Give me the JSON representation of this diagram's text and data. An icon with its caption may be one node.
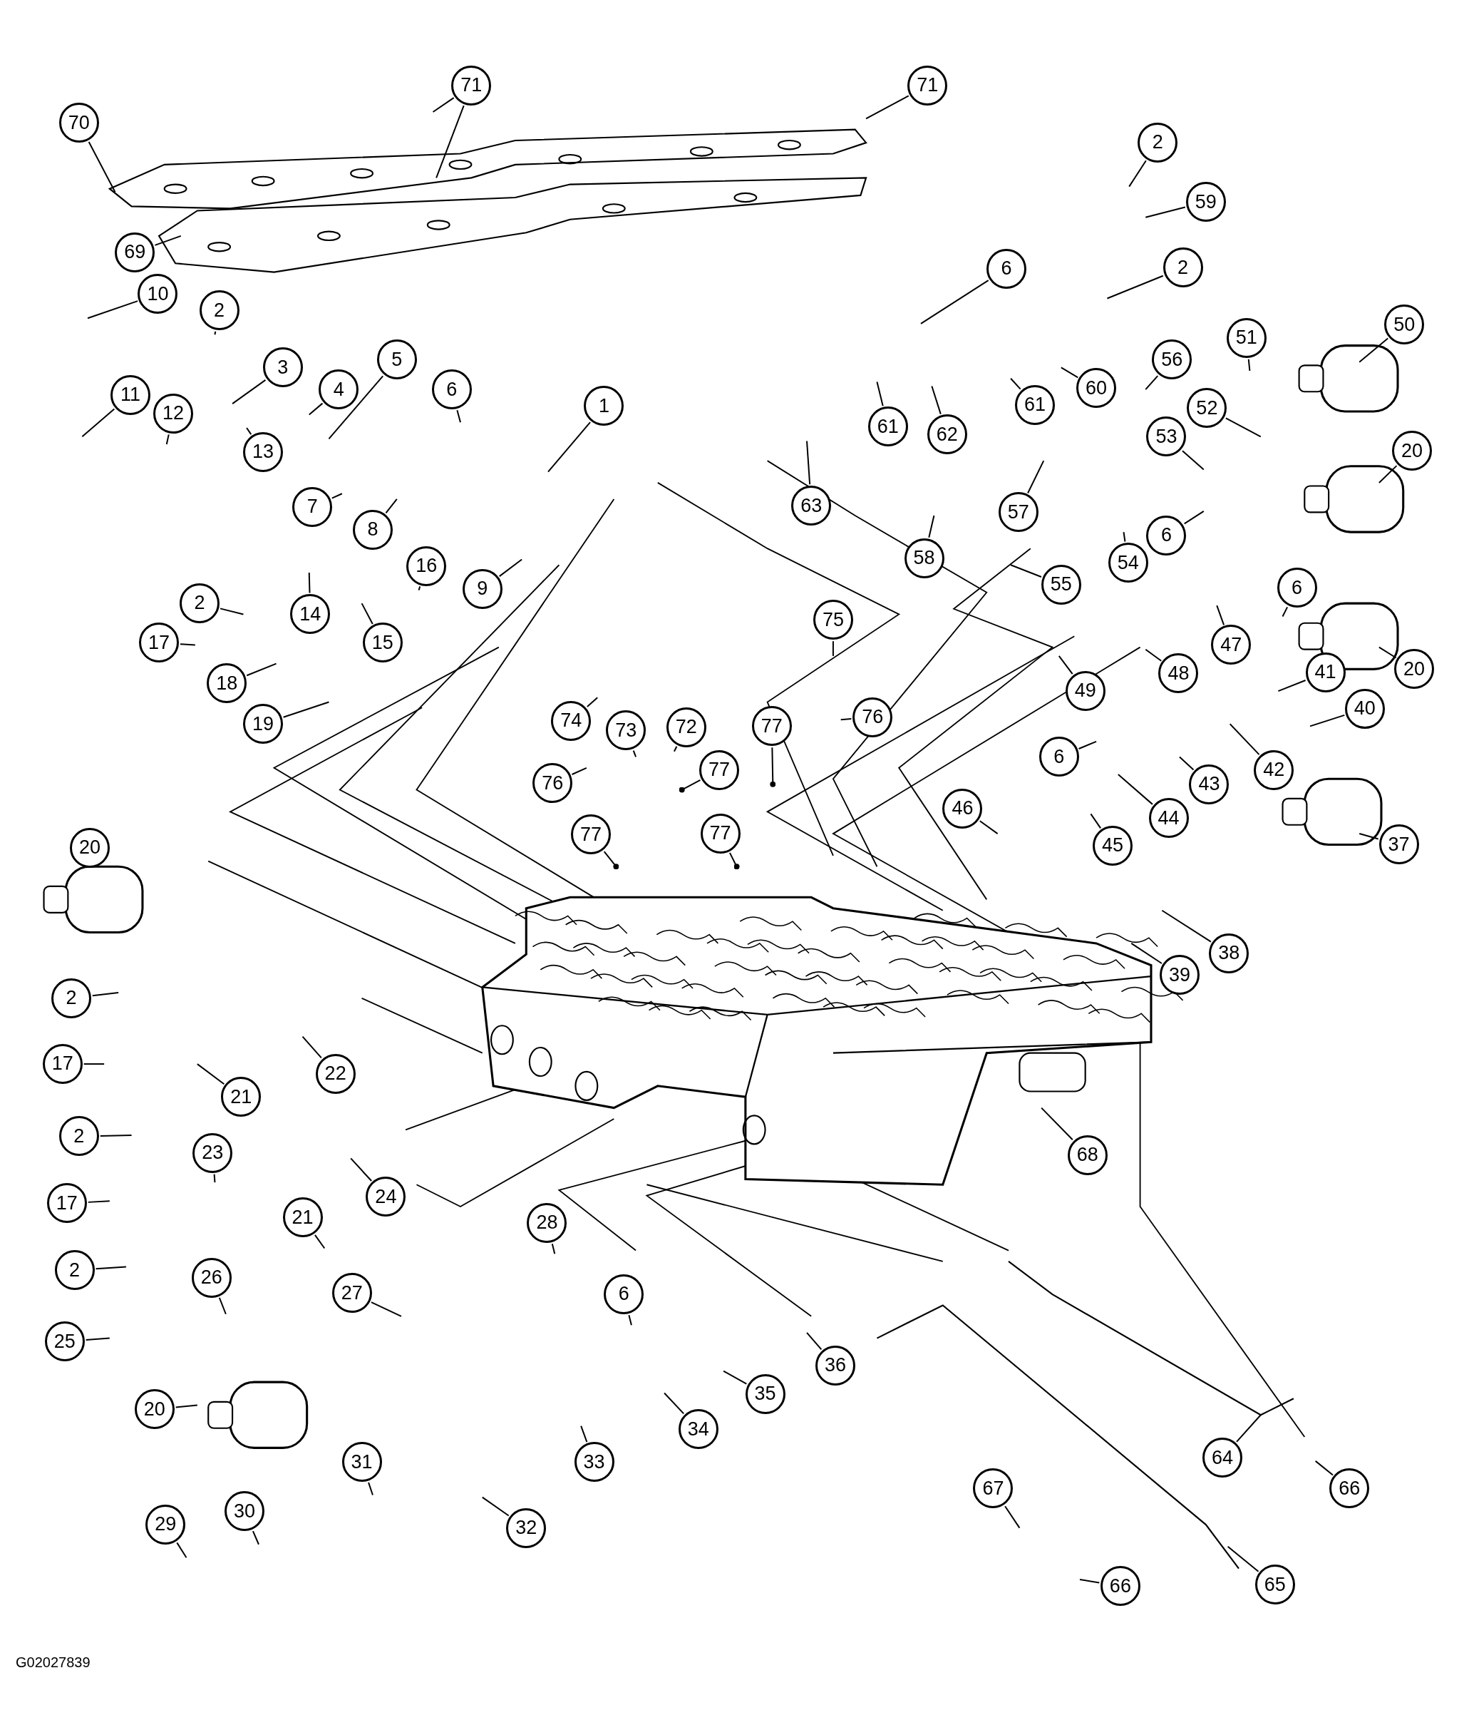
{
  "diagram": {
    "nodes": [
      {
        "text": [
          "71"
        ]
      },
      {
        "text": [
          "71"
        ]
      },
      {
        "text": [
          "70"
        ]
      },
      {
        "text": [
          "2"
        ]
      },
      {
        "text": [
          "59"
        ]
      },
      {
        "text": [
          "69"
        ]
      },
      {
        "text": [
          "6"
        ]
      },
      {
        "text": [
          "2"
        ]
      },
      {
        "text": [
          "10"
        ]
      },
      {
        "text": [
          "2"
        ]
      },
      {
        "text": [
          "3"
        ]
      },
      {
        "text": [
          "5"
        ]
      },
      {
        "text": [
          "56"
        ]
      },
      {
        "text": [
          "60"
        ]
      },
      {
        "text": [
          "61"
        ]
      },
      {
        "text": [
          "51"
        ]
      },
      {
        "text": [
          "50"
        ]
      },
      {
        "text": [
          "11"
        ]
      },
      {
        "text": [
          "4"
        ]
      },
      {
        "text": [
          "6"
        ]
      },
      {
        "text": [
          "1"
        ]
      },
      {
        "text": [
          "52"
        ]
      },
      {
        "text": [
          "12"
        ]
      },
      {
        "text": [
          "13"
        ]
      },
      {
        "text": [
          "7"
        ]
      },
      {
        "text": [
          "62"
        ]
      },
      {
        "text": [
          "61"
        ]
      },
      {
        "text": [
          "53"
        ]
      },
      {
        "text": [
          "20"
        ]
      },
      {
        "text": [
          "63"
        ]
      },
      {
        "text": [
          "8"
        ]
      },
      {
        "text": [
          "57"
        ]
      },
      {
        "text": [
          "58"
        ]
      },
      {
        "text": [
          "6"
        ]
      },
      {
        "text": [
          "16"
        ]
      },
      {
        "text": [
          "9"
        ]
      },
      {
        "text": [
          "55"
        ]
      },
      {
        "text": [
          "54"
        ]
      },
      {
        "text": [
          "2"
        ]
      },
      {
        "text": [
          "14"
        ]
      },
      {
        "text": [
          "15"
        ]
      },
      {
        "text": [
          "17"
        ]
      },
      {
        "text": [
          "6"
        ]
      },
      {
        "text": [
          "47"
        ]
      },
      {
        "text": [
          "20"
        ]
      },
      {
        "text": [
          "75"
        ]
      },
      {
        "text": [
          "18"
        ]
      },
      {
        "text": [
          "48"
        ]
      },
      {
        "text": [
          "49"
        ]
      },
      {
        "text": [
          "40"
        ]
      },
      {
        "text": [
          "41"
        ]
      },
      {
        "text": [
          "76"
        ]
      },
      {
        "text": [
          "74"
        ]
      },
      {
        "text": [
          "73"
        ]
      },
      {
        "text": [
          "72"
        ]
      },
      {
        "text": [
          "77"
        ]
      },
      {
        "text": [
          "19"
        ]
      },
      {
        "text": [
          "42"
        ]
      },
      {
        "text": [
          "43"
        ]
      },
      {
        "text": [
          "76"
        ]
      },
      {
        "text": [
          "77"
        ]
      },
      {
        "text": [
          "6"
        ]
      },
      {
        "text": [
          "46"
        ]
      },
      {
        "text": [
          "44"
        ]
      },
      {
        "text": [
          "45"
        ]
      },
      {
        "text": [
          "77"
        ]
      },
      {
        "text": [
          "77"
        ]
      },
      {
        "text": [
          "37"
        ]
      },
      {
        "text": [
          "20"
        ]
      },
      {
        "text": [
          "38"
        ]
      },
      {
        "text": [
          "39"
        ]
      },
      {
        "text": [
          "2"
        ]
      },
      {
        "text": [
          "17"
        ]
      },
      {
        "text": [
          "22"
        ]
      },
      {
        "text": [
          "21"
        ]
      },
      {
        "text": [
          "68"
        ]
      },
      {
        "text": [
          "2"
        ]
      },
      {
        "text": [
          "23"
        ]
      },
      {
        "text": [
          "24"
        ]
      },
      {
        "text": [
          "17"
        ]
      },
      {
        "text": [
          "21"
        ]
      },
      {
        "text": [
          "28"
        ]
      },
      {
        "text": [
          "2"
        ]
      },
      {
        "text": [
          "26"
        ]
      },
      {
        "text": [
          "6"
        ]
      },
      {
        "text": [
          "27"
        ]
      },
      {
        "text": [
          "25"
        ]
      },
      {
        "text": [
          "36"
        ]
      },
      {
        "text": [
          "35"
        ]
      },
      {
        "text": [
          "20"
        ]
      },
      {
        "text": [
          "34"
        ]
      },
      {
        "text": [
          "64"
        ]
      },
      {
        "text": [
          "66"
        ]
      },
      {
        "text": [
          "31"
        ]
      },
      {
        "text": [
          "33"
        ]
      },
      {
        "text": [
          "67"
        ]
      },
      {
        "text": [
          "29"
        ]
      },
      {
        "text": [
          "30"
        ]
      },
      {
        "text": [
          "32"
        ]
      },
      {
        "text": [
          "65"
        ]
      },
      {
        "text": [
          "66"
        ]
      }
    ],
    "edges": [
      {
        "from": 0,
        "to": null,
        "arrow": "none"
      },
      {
        "from": 0,
        "to": null,
        "arrow": "none"
      },
      {
        "from": 1,
        "to": null,
        "arrow": "none"
      },
      {
        "from": 2,
        "to": null,
        "arrow": "none"
      },
      {
        "from": 3,
        "to": null,
        "arrow": "none"
      },
      {
        "from": 4,
        "to": null,
        "arrow": "none"
      },
      {
        "from": 5,
        "to": null,
        "arrow": "none"
      },
      {
        "from": 6,
        "to": null,
        "arrow": "none"
      },
      {
        "from": 7,
        "to": null,
        "arrow": "none"
      },
      {
        "from": 8,
        "to": null,
        "arrow": "none"
      },
      {
        "from": 9,
        "to": null,
        "arrow": "none"
      },
      {
        "from": 10,
        "to": null,
        "arrow": "none"
      },
      {
        "from": 11,
        "to": null,
        "arrow": "none"
      },
      {
        "from": 12,
        "to": null,
        "arrow": "none"
      },
      {
        "from": 13,
        "to": null,
        "arrow": "none"
      },
      {
        "from": 14,
        "to": null,
        "arrow": "none"
      },
      {
        "from": 15,
        "to": null,
        "arrow": "none"
      },
      {
        "from": 16,
        "to": null,
        "arrow": "none"
      },
      {
        "from": 17,
        "to": null,
        "arrow": "none"
      },
      {
        "from": 18,
        "to": null,
        "arrow": "none"
      },
      {
        "from": 19,
        "to": null,
        "arrow": "none"
      },
      {
        "from": 20,
        "to": null,
        "arrow": "none"
      },
      {
        "from": 21,
        "to": null,
        "arrow": "none"
      },
      {
        "from": 22,
        "to": null,
        "arrow": "none"
      },
      {
        "from": 23,
        "to": null,
        "arrow": "none"
      },
      {
        "from": 24,
        "to": null,
        "arrow": "none"
      },
      {
        "from": 25,
        "to": null,
        "arrow": "none"
      },
      {
        "from": 26,
        "to": null,
        "arrow": "none"
      },
      {
        "from": 27,
        "to": null,
        "arrow": "none"
      },
      {
        "from": 28,
        "to": null,
        "arrow": "none"
      },
      {
        "from": 29,
        "to": null,
        "arrow": "none"
      },
      {
        "from": 30,
        "to": null,
        "arrow": "none"
      },
      {
        "from": 31,
        "to": null,
        "arrow": "none"
      },
      {
        "from": 32,
        "to": null,
        "arrow": "none"
      },
      {
        "from": 33,
        "to": null,
        "arrow": "none"
      },
      {
        "from": 34,
        "to": null,
        "arrow": "none"
      },
      {
        "from": 35,
        "to": null,
        "arrow": "none"
      },
      {
        "from": 36,
        "to": null,
        "arrow": "none"
      },
      {
        "from": 37,
        "to": null,
        "arrow": "none"
      },
      {
        "from": 38,
        "to": null,
        "arrow": "none"
      },
      {
        "from": 39,
        "to": null,
        "arrow": "none"
      },
      {
        "from": 40,
        "to": null,
        "arrow": "none"
      },
      {
        "from": 41,
        "to": null,
        "arrow": "none"
      },
      {
        "from": 42,
        "to": null,
        "arrow": "none"
      },
      {
        "from": 43,
        "to": null,
        "arrow": "none"
      },
      {
        "from": 44,
        "to": null,
        "arrow": "none"
      },
      {
        "from": 45,
        "to": null,
        "arrow": "none"
      },
      {
        "from": 46,
        "to": null,
        "arrow": "none"
      },
      {
        "from": 47,
        "to": null,
        "arrow": "none"
      },
      {
        "from": 48,
        "to": null,
        "arrow": "none"
      },
      {
        "from": 49,
        "to": null,
        "arrow": "none"
      },
      {
        "from": 50,
        "to": null,
        "arrow": "none"
      },
      {
        "from": 51,
        "to": null,
        "arrow": "none"
      },
      {
        "from": 52,
        "to": null,
        "arrow": "none"
      },
      {
        "from": 53,
        "to": null,
        "arrow": "none"
      },
      {
        "from": 54,
        "to": null,
        "arrow": "none"
      },
      {
        "from": 55,
        "to": null,
        "arrow": "other"
      },
      {
        "from": 56,
        "to": null,
        "arrow": "none"
      },
      {
        "from": 57,
        "to": null,
        "arrow": "none"
      },
      {
        "from": 58,
        "to": null,
        "arrow": "none"
      },
      {
        "from": 59,
        "to": null,
        "arrow": "none"
      },
      {
        "from": 60,
        "to": null,
        "arrow": "other"
      },
      {
        "from": 61,
        "to": null,
        "arrow": "none"
      },
      {
        "from": 62,
        "to": null,
        "arrow": "none"
      },
      {
        "from": 63,
        "to": null,
        "arrow": "none"
      },
      {
        "from": 64,
        "to": null,
        "arrow": "none"
      },
      {
        "from": 65,
        "to": null,
        "arrow": "other"
      },
      {
        "from": 66,
        "to": null,
        "arrow": "other"
      },
      {
        "from": 67,
        "to": null,
        "arrow": "none"
      },
      {
        "from": 69,
        "to": null,
        "arrow": "none"
      },
      {
        "from": 70,
        "to": null,
        "arrow": "none"
      },
      {
        "from": 71,
        "to": null,
        "arrow": "none"
      },
      {
        "from": 72,
        "to": null,
        "arrow": "none"
      },
      {
        "from": 73,
        "to": null,
        "arrow": "none"
      },
      {
        "from": 74,
        "to": null,
        "arrow": "none"
      },
      {
        "from": 75,
        "to": null,
        "arrow": "none"
      },
      {
        "from": 76,
        "to": null,
        "arrow": "none"
      },
      {
        "from": 77,
        "to": null,
        "arrow": "none"
      },
      {
        "from": 78,
        "to": null,
        "arrow": "none"
      },
      {
        "from": 79,
        "to": null,
        "arrow": "none"
      },
      {
        "from": 80,
        "to": null,
        "arrow": "none"
      },
      {
        "from": 81,
        "to": null,
        "arrow": "none"
      },
      {
        "from": 82,
        "to": null,
        "arrow": "none"
      },
      {
        "from": 83,
        "to": null,
        "arrow": "none"
      },
      {
        "from": 84,
        "to": null,
        "arrow": "none"
      },
      {
        "from": 85,
        "to": null,
        "arrow": "none"
      },
      {
        "from": 86,
        "to": null,
        "arrow": "none"
      },
      {
        "from": 87,
        "to": null,
        "arrow": "none"
      },
      {
        "from": 88,
        "to": null,
        "arrow": "none"
      },
      {
        "from": 89,
        "to": null,
        "arrow": "none"
      },
      {
        "from": 90,
        "to": null,
        "arrow": "none"
      },
      {
        "from": 91,
        "to": null,
        "arrow": "none"
      },
      {
        "from": 92,
        "to": null,
        "arrow": "none"
      },
      {
        "from": 93,
        "to": null,
        "arrow": "none"
      },
      {
        "from": 94,
        "to": null,
        "arrow": "none"
      },
      {
        "from": 95,
        "to": null,
        "arrow": "none"
      },
      {
        "from": 96,
        "to": null,
        "arrow": "none"
      },
      {
        "from": 97,
        "to": null,
        "arrow": "none"
      },
      {
        "from": 98,
        "to": null,
        "arrow": "none"
      },
      {
        "from": 99,
        "to": null,
        "arrow": "none"
      },
      {
        "from": 100,
        "to": null,
        "arrow": "none"
      }
    ],
    "labels": [
      "G02027839"
    ]
  }
}
